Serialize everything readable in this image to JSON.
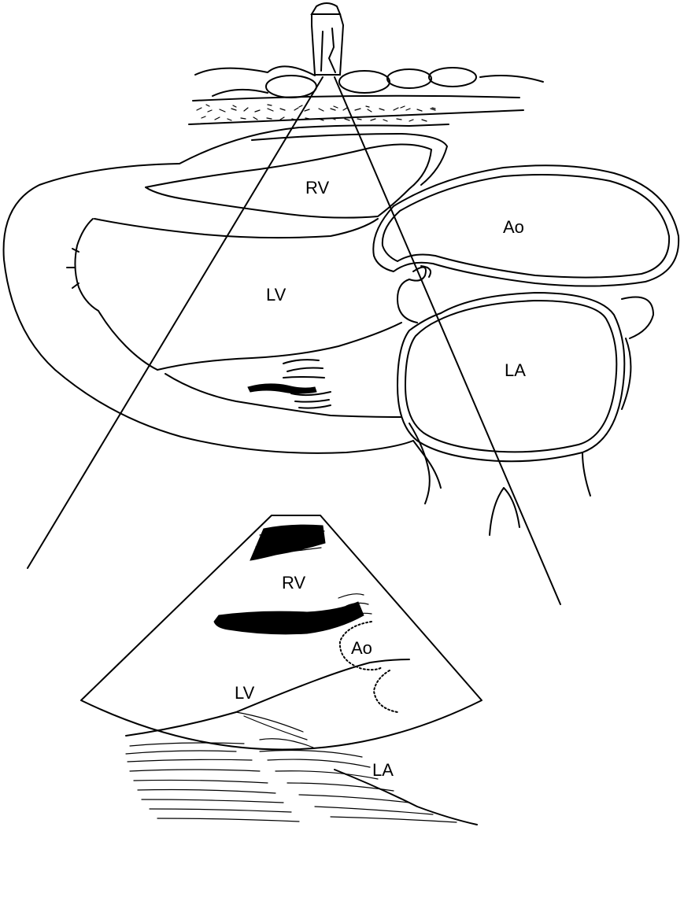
{
  "illustration": {
    "colors": {
      "ink": "#000000",
      "background": "#ffffff"
    }
  },
  "anatomy_labels": {
    "rv": "RV",
    "ao": "Ao",
    "lv": "LV",
    "la": "LA"
  },
  "echo_labels": {
    "rv": "RV",
    "ao": "Ao",
    "lv": "LV",
    "la": "LA"
  }
}
